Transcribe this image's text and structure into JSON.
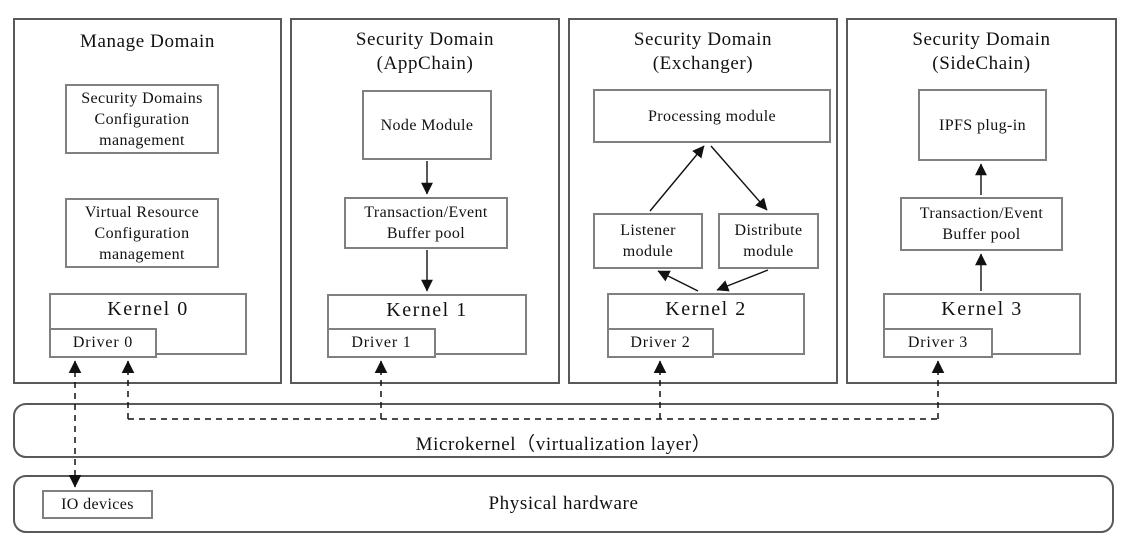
{
  "colors": {
    "panel_border": "#595959",
    "box_border": "#808080",
    "line": "#111111",
    "background": "#ffffff"
  },
  "panels": [
    {
      "title": "Manage Domain",
      "box1": "Security Domains\nConfiguration\nmanagement",
      "box2": "Virtual Resource\nConfiguration\nmanagement",
      "kernel": "Kernel 0",
      "driver": "Driver 0"
    },
    {
      "title": "Security Domain\n(AppChain)",
      "box1": "Node Module",
      "box2": "Transaction/Event\nBuffer pool",
      "kernel": "Kernel 1",
      "driver": "Driver 1"
    },
    {
      "title": "Security Domain\n(Exchanger)",
      "box1": "Processing module",
      "box2": "Listener\nmodule",
      "box3": "Distribute\nmodule",
      "kernel": "Kernel 2",
      "driver": "Driver 2"
    },
    {
      "title": "Security Domain\n(SideChain)",
      "box1": "IPFS plug-in",
      "box2": "Transaction/Event\nBuffer pool",
      "kernel": "Kernel 3",
      "driver": "Driver 3"
    }
  ],
  "layers": {
    "microkernel": "Microkernel（virtualization layer）",
    "hardware": "Physical hardware",
    "io_devices": "IO devices"
  }
}
